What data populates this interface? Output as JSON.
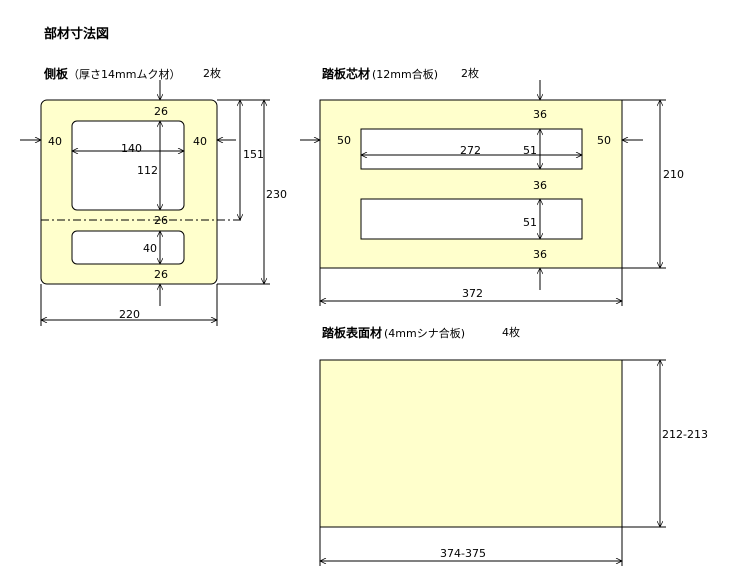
{
  "page_title": "部材寸法図",
  "side_panel": {
    "name": "側板",
    "material": "（厚さ14mmムク材）",
    "count": "2枚",
    "dims": {
      "top_margin": "26",
      "left_margin": "40",
      "right_margin": "40",
      "window_width": "140",
      "window_height": "112",
      "middle_margin": "26",
      "slot_height": "40",
      "bottom_margin": "26",
      "total_width": "220",
      "upper_height": "151",
      "total_height": "230"
    }
  },
  "core_panel": {
    "name": "踏板芯材",
    "material": "(12mm合板)",
    "count": "2枚",
    "dims": {
      "top_margin": "36",
      "left_margin": "50",
      "right_margin": "50",
      "slot_length": "272",
      "slot1_height": "51",
      "middle_margin": "36",
      "slot2_height": "51",
      "bottom_margin": "36",
      "total_width": "372",
      "total_height": "210"
    }
  },
  "surface_panel": {
    "name": "踏板表面材",
    "material": "(4mmシナ合板)",
    "count": "4枚",
    "dims": {
      "height_range": "212-213",
      "width_range": "374-375"
    }
  }
}
